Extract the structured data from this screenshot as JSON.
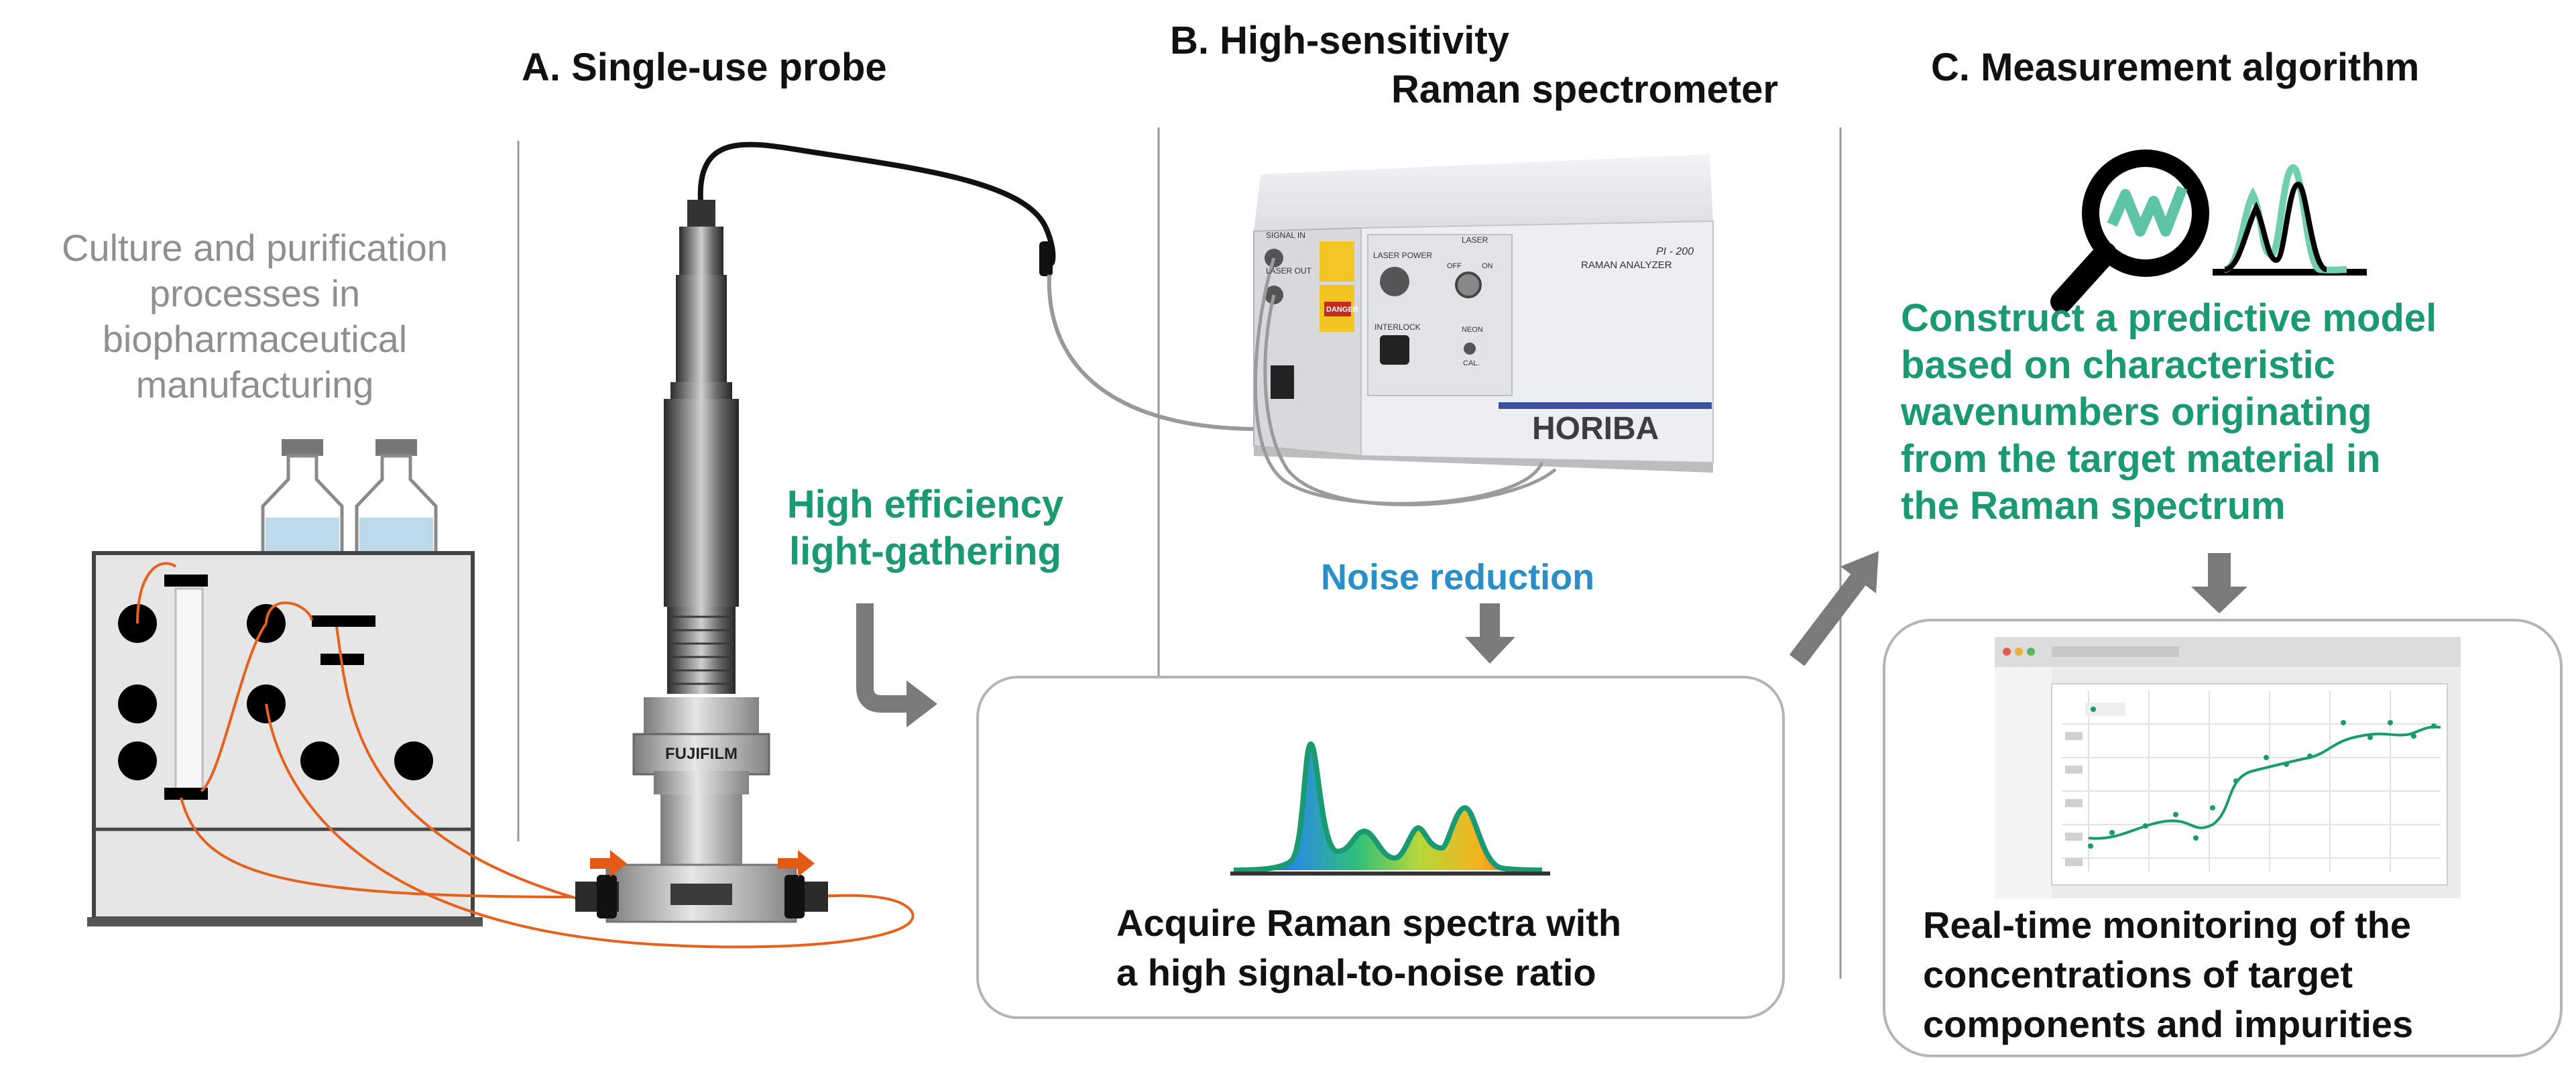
{
  "section_a": {
    "title": "A. Single-use probe"
  },
  "section_b": {
    "title_line1": "High-sensitivity",
    "title_line1_prefix": "B.",
    "title_line2": "Raman spectrometer"
  },
  "section_c": {
    "title": "C. Measurement algorithm"
  },
  "left_caption": {
    "lines": [
      "Culture and purification",
      "processes in",
      "biopharmaceutical",
      "manufacturing"
    ]
  },
  "probe_caption": {
    "lines": [
      "High efficiency",
      "light-gathering"
    ]
  },
  "probe_brand": "FUJIFILM",
  "noise_label": "Noise reduction",
  "spectra_caption": {
    "lines": [
      "Acquire Raman spectra with",
      "a high signal-to-noise ratio"
    ]
  },
  "model_caption": {
    "lines": [
      "Construct a predictive model",
      "based on characteristic",
      "wavenumbers originating",
      "from the target material in",
      "the Raman spectrum"
    ]
  },
  "monitoring_caption": {
    "lines": [
      "Real-time monitoring of the",
      "concentrations of target",
      "components and impurities"
    ]
  },
  "analyzer": {
    "brand": "HORIBA",
    "model": "PI - 200",
    "subtitle": "RAMAN ANALYZER",
    "port_signal": "SIGNAL IN",
    "port_laser": "LASER OUT",
    "laser_power": "LASER POWER",
    "laser": "LASER",
    "off": "OFF",
    "on": "ON",
    "interlock": "INTERLOCK",
    "neon": "NEON",
    "cal": "CAL.",
    "danger": "DANGER"
  },
  "colors": {
    "green": "#1a9a72",
    "blue": "#2a8fc9",
    "arrow_gray": "#7a7a7a",
    "tube_orange": "#e5611c",
    "flow_arrow": "#e35a14",
    "caption_gray": "#8f8f8f"
  },
  "icons": [
    "magnifier-icon",
    "spectrum-icon",
    "arrow-down-icon",
    "arrow-curved-icon",
    "arrow-diagonal-icon",
    "flow-arrow-icon"
  ]
}
